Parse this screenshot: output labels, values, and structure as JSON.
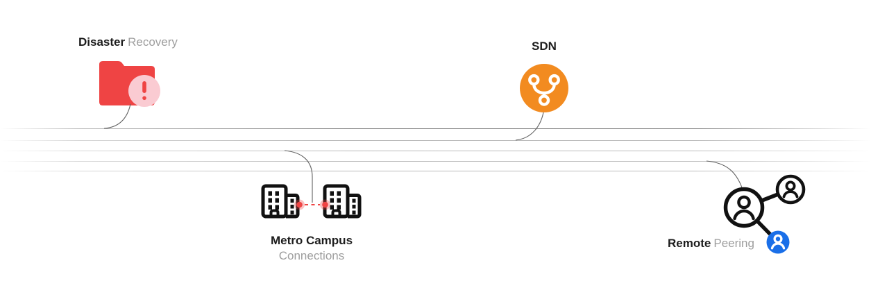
{
  "diagram": {
    "background": "#ffffff",
    "backbone": {
      "line_count": 5,
      "line_ys": [
        185,
        202,
        217,
        232,
        246
      ]
    },
    "nodes": {
      "disaster_recovery": {
        "label_primary": "Disaster",
        "label_secondary": "Recovery",
        "icon": "folder-alert-icon",
        "connects_to_line": 1
      },
      "sdn": {
        "label_primary": "SDN",
        "icon": "branch-icon",
        "connects_to_line": 2
      },
      "metro_campus": {
        "label_primary": "Metro Campus",
        "label_secondary": "Connections",
        "icon": "buildings-link-icon",
        "connects_to_line": 3
      },
      "remote_peering": {
        "label_primary": "Remote",
        "label_secondary": "Peering",
        "icon": "peer-network-icon",
        "connects_to_line": 4
      }
    },
    "colors": {
      "red": "#EF4444",
      "pink": "#FACBD2",
      "orange": "#F28B20",
      "blue": "#1A6FE8",
      "icon_ink": "#111111",
      "text_dark": "#1D1D1D",
      "text_gray": "#9E9E9E",
      "curve_stroke": "#606060",
      "backbone_dark": "#6E6E6E",
      "backbone_light": "#ACACAC"
    }
  }
}
